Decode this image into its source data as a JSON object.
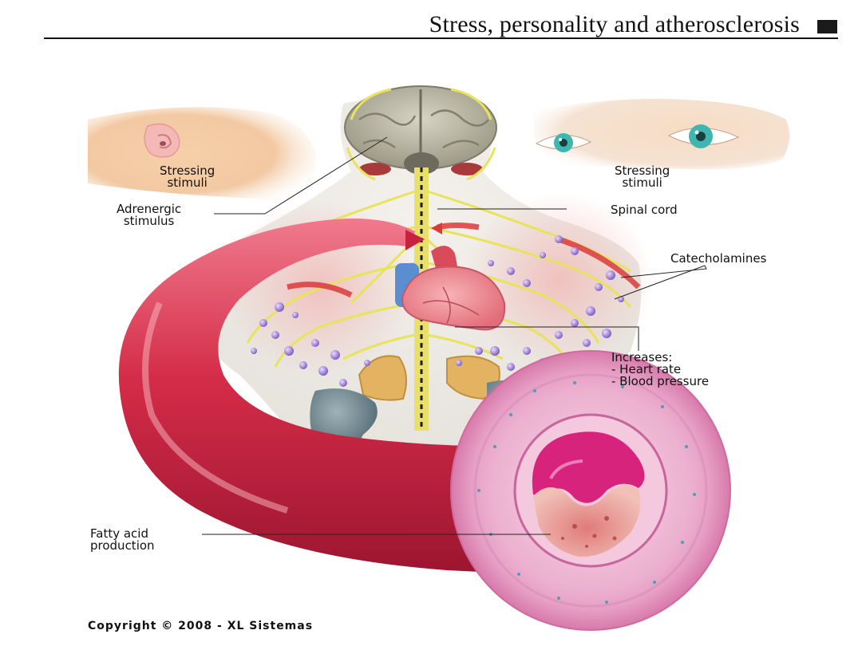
{
  "header": {
    "title": "Stress, personality and atherosclerosis"
  },
  "labels": {
    "stressing_left": [
      "Stressing",
      "stimuli"
    ],
    "stressing_right": [
      "Stressing",
      "stimuli"
    ],
    "adrenergic": [
      "Adrenergic",
      "stimulus"
    ],
    "spinal_cord": "Spinal cord",
    "catecholamines": "Catecholamines",
    "increases": [
      "Increases:",
      "- Heart rate",
      "- Blood pressure"
    ],
    "fatty_acid": [
      "Fatty acid",
      "production"
    ]
  },
  "footer": {
    "copyright": "Copyright © 2008 - XL Sistemas"
  },
  "colors": {
    "nerve": "#e7e35a",
    "artery": "#d4334e",
    "vessel_wall": "#e9a6c8",
    "catecholamine": "#8a64c8",
    "adrenal": "#e3b361",
    "kidney": "#5e7881"
  }
}
